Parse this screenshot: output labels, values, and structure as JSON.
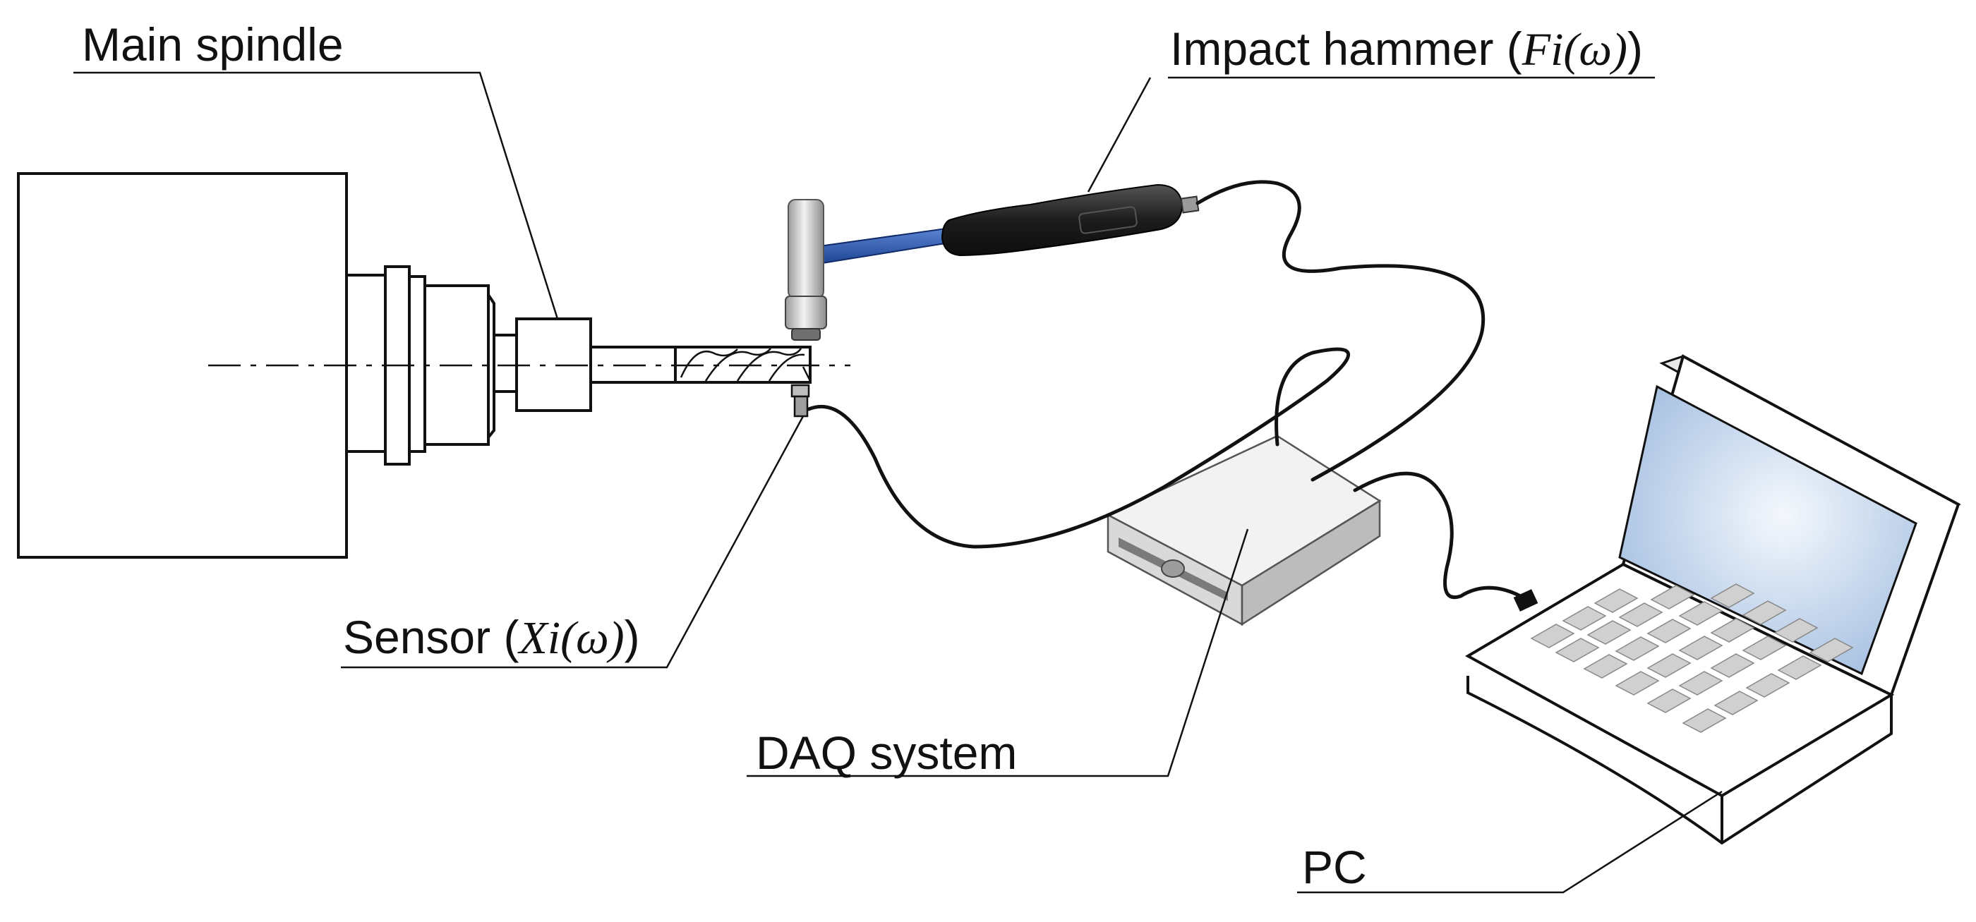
{
  "labels": {
    "main_spindle": "Main spindle",
    "impact_hammer": {
      "text": "Impact hammer (",
      "math": "Fi(ω)",
      "close": ")"
    },
    "sensor": {
      "text": "Sensor (",
      "math": "Xi(ω)",
      "close": ")"
    },
    "daq_system": "DAQ system",
    "pc": "PC"
  },
  "colors": {
    "line": "#111111",
    "hammer_shaft": "#1f4fa8",
    "hammer_handle": "#222222",
    "hammer_head": "#c8c8c8",
    "daq_top": "#ececec",
    "daq_front": "#cfcfcf",
    "screen": "#d4e2f2"
  }
}
